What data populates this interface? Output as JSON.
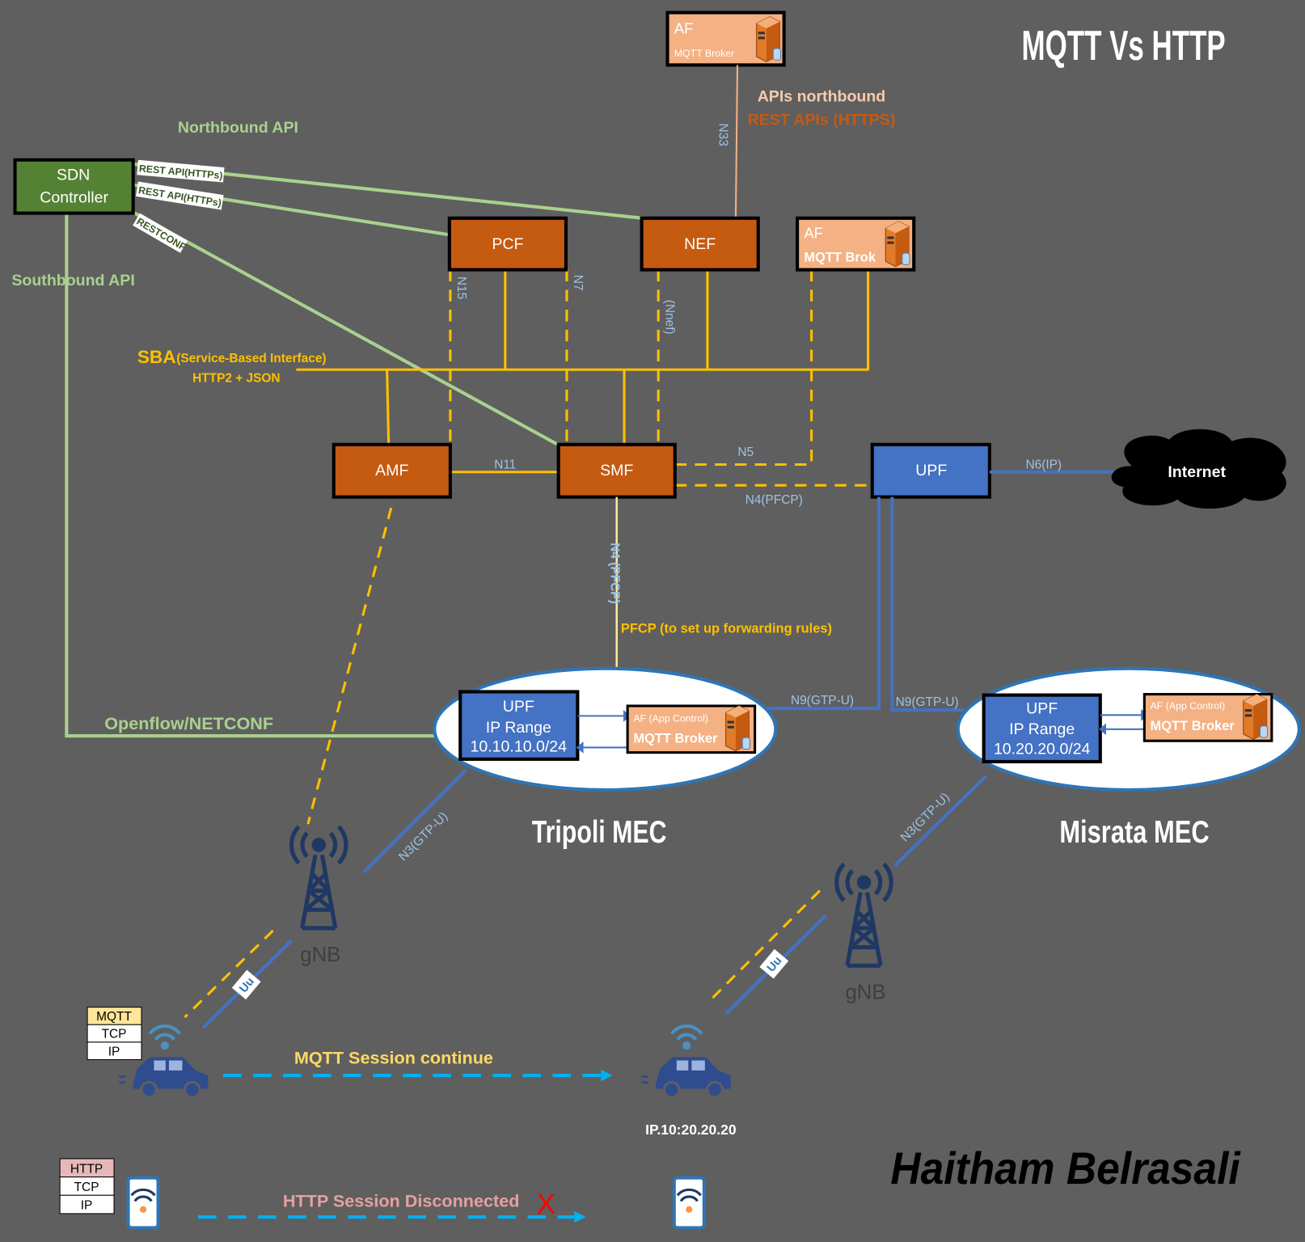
{
  "title": "MQTT Vs HTTP",
  "colors": {
    "background": "#5f5f5f",
    "nf_orange": "#c55a11",
    "af_peach": "#f4b183",
    "upf_blue": "#4472c4",
    "sdn_green": "#548235",
    "api_green": "#a9d18e",
    "sba_yellow": "#ffc000",
    "session_cyan": "#00b0f0",
    "tower_navy": "#1f3864"
  },
  "af_top": {
    "title": "AF",
    "subtitle": "MQTT Broker",
    "icon": "server-icon"
  },
  "n33": {
    "label": "N33",
    "apis_northbound": "APIs northbound",
    "rest_apis": "REST APIs (HTTPS)"
  },
  "sdn": {
    "line1": "SDN",
    "line2": "Controller",
    "northbound": "Northbound  API",
    "southbound": "Southbound  API",
    "rest1": "REST API(HTTPs)",
    "rest2": "REST API(HTTPs)",
    "restconf": "RESTCONF",
    "openflow": "Openflow/NETCONF"
  },
  "nfs": {
    "pcf": "PCF",
    "nef": "NEF",
    "amf": "AMF",
    "smf": "SMF",
    "upf": "UPF"
  },
  "af_mid": {
    "title": "AF",
    "subtitle": "MQTT Brok"
  },
  "sba": {
    "main": "SBA",
    "sub": "(Service-Based Interface)",
    "proto": "HTTP2 + JSON"
  },
  "interfaces": {
    "n15": "N15",
    "n7": "N7",
    "nnef": "(Nnef)",
    "n11": "N11",
    "n5": "N5",
    "n4": "N4(PFCP)",
    "n6": "N6(IP)",
    "n4_vert": "N4 (PFCP)",
    "pfcp_note": "PFCP (to set up forwarding rules)",
    "n9_left": "N9(GTP-U)",
    "n9_right": "N9(GTP-U)",
    "n3_left": "N3(GTP-U)",
    "n3_right": "N3(GTP-U)",
    "uu_left": "Uu",
    "uu_right": "Uu"
  },
  "internet": "Internet",
  "mec": [
    {
      "name": "Tripoli MEC",
      "upf": "UPF",
      "ip_range_label": "IP Range",
      "ip_range": "10.10.10.0/24",
      "af": "AF (App Control)",
      "broker": "MQTT Broker"
    },
    {
      "name": "Misrata MEC",
      "upf": "UPF",
      "ip_range_label": "IP Range",
      "ip_range": "10.20.20.0/24",
      "af": "AF (App Control)",
      "broker": "MQTT Broker"
    }
  ],
  "gnb": [
    "gNB",
    "gNB"
  ],
  "mqtt_stack": [
    "MQTT",
    "TCP",
    "IP"
  ],
  "http_stack": [
    "HTTP",
    "TCP",
    "IP"
  ],
  "mqtt_session": "MQTT Session continue",
  "new_ip": "IP.10:20.20.20",
  "http_session": "HTTP Session Disconnected",
  "disconnect_mark": "X",
  "signature": "Haitham Belrasali"
}
